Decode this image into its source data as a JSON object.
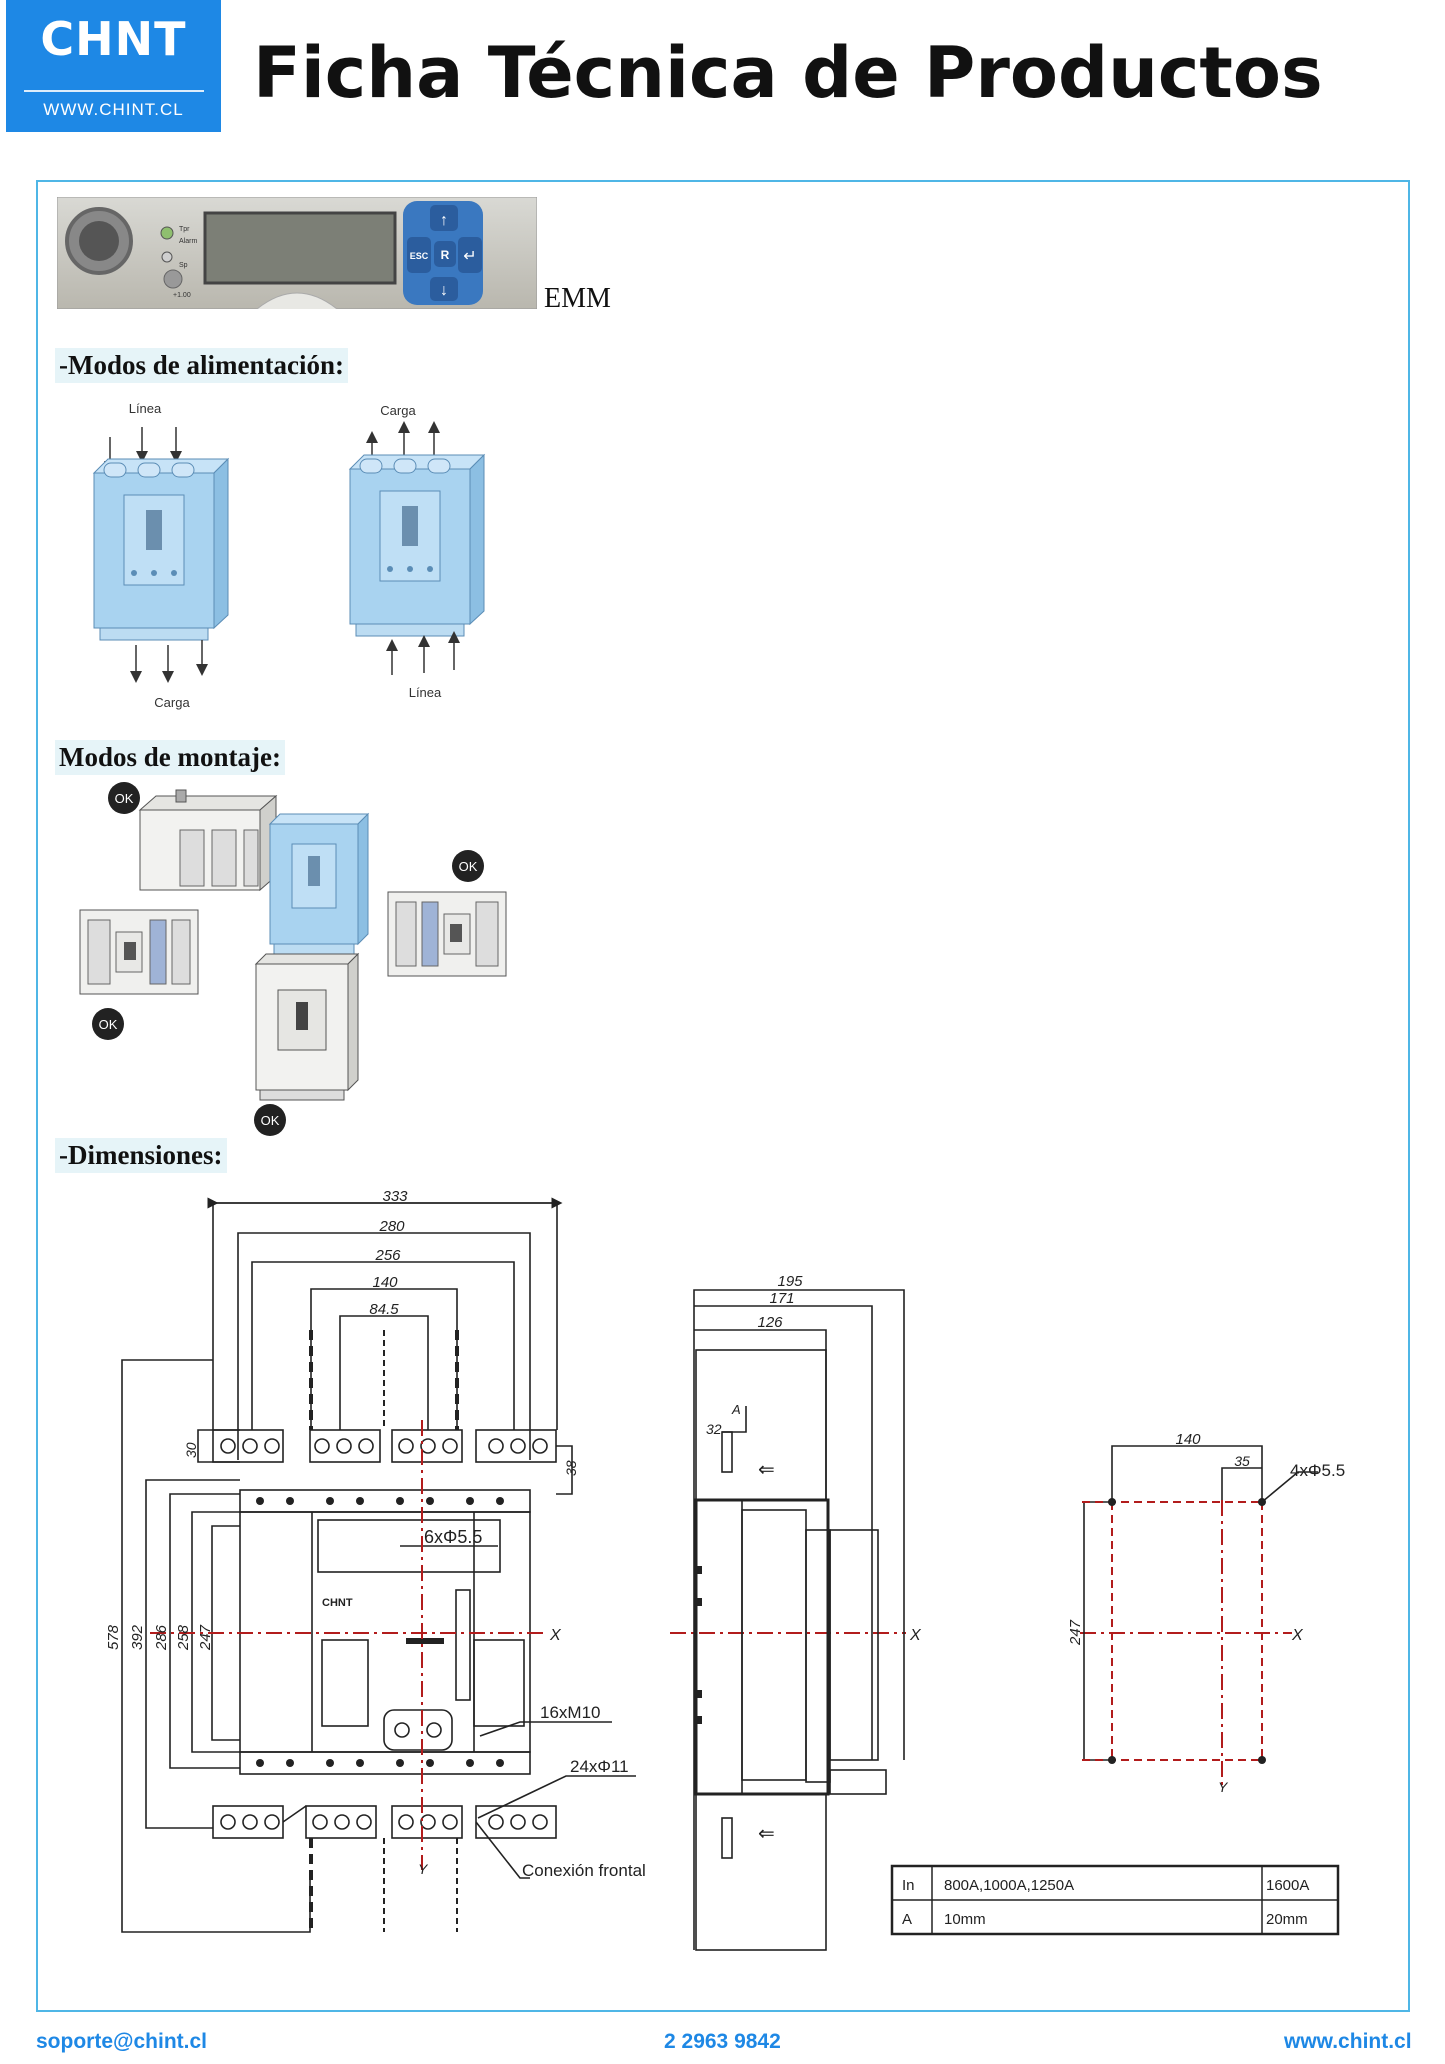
{
  "header": {
    "logo_name": "CHNT",
    "logo_url": "WWW.CHINT.CL",
    "title": "Ficha Técnica de Productos"
  },
  "colors": {
    "brand": "#1e88e5",
    "frame": "#4fb6e6",
    "product_blue": "#a9d3f0",
    "dash_red": "#b21c1c"
  },
  "emm": {
    "label": "EMM",
    "keypad": {
      "up": "↑",
      "esc": "ESC",
      "r": "R",
      "enter": "↵",
      "down": "↓"
    },
    "led_labels": [
      "Tpr",
      "Alarm",
      "Sp",
      "+1.00"
    ]
  },
  "power": {
    "heading": "-Modos de alimentación:",
    "left": {
      "top": "Línea",
      "bottom": "Carga"
    },
    "right": {
      "top": "Carga",
      "bottom": "Línea"
    }
  },
  "mounting": {
    "heading": "Modos de montaje:",
    "ok": "OK"
  },
  "dimensions": {
    "heading": "-Dimensiones:",
    "front": {
      "widths": [
        "333",
        "280",
        "256",
        "140",
        "84.5"
      ],
      "heights": [
        "578",
        "392",
        "286",
        "258",
        "247"
      ],
      "top_small": "30",
      "right_small": "38",
      "hole_label": "6xΦ5.5",
      "screw_label": "16xM10",
      "hole2_label": "24xΦ11",
      "connection": "Conexión frontal",
      "axis_x": "X",
      "axis_y": "Y",
      "brand_small": "CHNT"
    },
    "side": {
      "widths": [
        "195",
        "171",
        "126"
      ],
      "small": "32",
      "small_a": "A",
      "axis_x": "X",
      "arrow": "⇐"
    },
    "cutout": {
      "width": "140",
      "offset": "35",
      "holes": "4xΦ5.5",
      "height": "247",
      "axis_x": "X",
      "axis_y": "Y"
    },
    "table": {
      "rows": [
        [
          "In",
          "800A,1000A,1250A",
          "1600A"
        ],
        [
          "A",
          "10mm",
          "20mm"
        ]
      ]
    }
  },
  "footer": {
    "email": "soporte@chint.cl",
    "phone": "2 2963 9842",
    "web": "www.chint.cl"
  }
}
